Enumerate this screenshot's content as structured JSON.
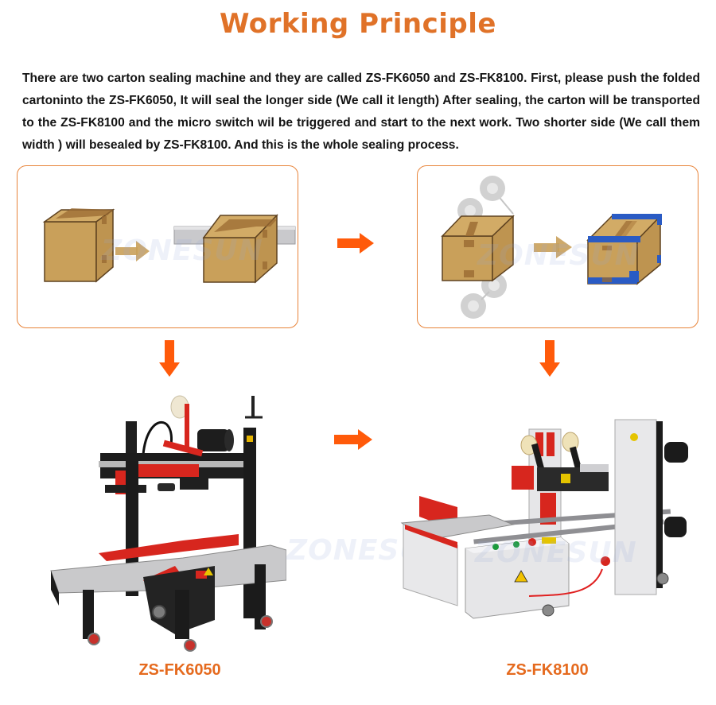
{
  "header": {
    "title": "Working Principle"
  },
  "description": "There are two carton sealing machine and they are called ZS-FK6050 and ZS-FK8100. First, please push the folded cartoninto the ZS-FK6050, It will seal the longer side (We call it length) After sealing, the carton will be transported to the ZS-FK8100 and the micro switch wil be triggered and start to the next work. Two shorter side (We call them width ) will besealed by ZS-FK8100. And this is the whole sealing process.",
  "watermark": "ZONESUN",
  "colors": {
    "title": "#E07228",
    "panel_border": "#E8843A",
    "arrow": "#FF5A0A",
    "carton": "#C9A05A",
    "carton_edge": "#5E4220",
    "tape_blue": "#2A5BC4",
    "model_label": "#E56A1E"
  },
  "diagram": {
    "panels": [
      {
        "id": "step-length-seal",
        "illustration": "folded carton pushed into side guide rails — length seam sealed",
        "icons": [
          "carton-unsealed-icon",
          "process-arrow-icon",
          "carton-in-guide-rails-icon"
        ]
      },
      {
        "id": "step-width-seal",
        "illustration": "tape rollers seal the two shorter sides — edges taped in blue",
        "icons": [
          "tape-roller-icon",
          "carton-taped-top-icon",
          "process-arrow-icon",
          "carton-edges-sealed-icon"
        ]
      }
    ],
    "flow_arrows": [
      "panel1-to-panel2",
      "panel1-to-machine1",
      "machine1-to-machine2",
      "panel2-to-machine2"
    ]
  },
  "machines": [
    {
      "model": "ZS-FK6050",
      "description": "black frame carton sealer with red side belts, top tape head, roller conveyor and caster wheels"
    },
    {
      "model": "ZS-FK8100",
      "description": "white corner/edge sealing machine with red guides, dual tape heads, control box with warning label, and vertical column"
    }
  ]
}
